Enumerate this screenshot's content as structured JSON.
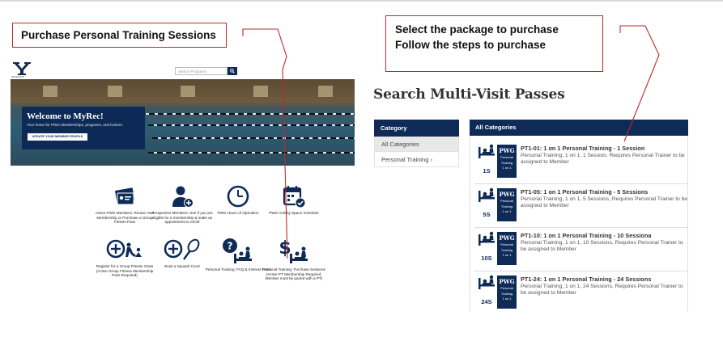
{
  "callouts": {
    "left": "Purchase Personal Training Sessions",
    "right_line1": "Select the package to purchase",
    "right_line2": "Follow the steps to purchase"
  },
  "left_screen": {
    "logo_caption": "ATHLETICS",
    "search_placeholder": "Search Programs",
    "hero": {
      "title": "Welcome to MyRec!",
      "subtitle": "Your home for PWG Memberships, programs, and lockers.",
      "button": "UPDATE YOUR MEMBER PROFILE"
    },
    "tiles": [
      {
        "icon": "membership-card-icon",
        "label": "Active PWG Members: Renew Your Membership or Purchase a Group Fitness Pass"
      },
      {
        "icon": "add-person-icon",
        "label": "Prospective Members: See if you are eligible for a membership & make an appointment to enroll"
      },
      {
        "icon": "clock-icon",
        "label": "PWG Hours of Operation"
      },
      {
        "icon": "calendar-check-icon",
        "label": "PWG Activity Space Schedule"
      },
      {
        "icon": "add-fitness-class-icon",
        "label": "Register for a Group Fitness Class (Active Group Fitness Membership Pass Required)"
      },
      {
        "icon": "add-squash-icon",
        "label": "Book a Squash Court"
      },
      {
        "icon": "question-trainer-icon",
        "label": "Personal Training: FAQ & Interest From"
      },
      {
        "icon": "dollar-trainer-icon",
        "label": "Personal Training: Purchase Sessions (Active PT Membership Required, Member must be paired with a PT)"
      }
    ]
  },
  "right_screen": {
    "title": "Search Multi-Visit Passes",
    "category_header": "Category",
    "categories": [
      "All Categories",
      "Personal Training ›"
    ],
    "results_header": "All Categories",
    "badge": {
      "brand": "PWG",
      "line1": "Personal",
      "line2": "Training",
      "line3": "1 on 1"
    },
    "packages": [
      {
        "code": "1S",
        "title": "PT1-01: 1 on 1 Personal Training - 1 Session",
        "desc": "Personal Training, 1 on 1, 1 Session, Requires Personal Trainer to be assigned to Member"
      },
      {
        "code": "5S",
        "title": "PT1-05: 1 on 1 Personal Training - 5 Sessions",
        "desc": "Personal Training, 1 on 1, 5 Sessions, Requires Personal Trainer to be assigned to Member"
      },
      {
        "code": "10S",
        "title": "PT1-10: 1 on 1 Personal Training - 10 Sessiona",
        "desc": "Personal Training, 1 on 1, 10 Sessions, Requires Personal Trainer to be assigned to Member"
      },
      {
        "code": "24S",
        "title": "PT1-24: 1 on 1 Personal Training - 24 Sessions",
        "desc": "Personal Training, 1 on 1, 24 Sessions, Requires Personal Trainer to be assigned to Member"
      }
    ]
  },
  "colors": {
    "navy": "#0e2b58",
    "callout_border": "#c0282d",
    "arrow": "#c0282d"
  }
}
